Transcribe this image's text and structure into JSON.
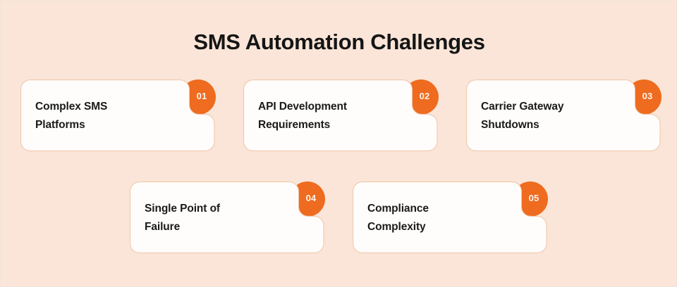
{
  "page": {
    "title": "SMS Automation Challenges",
    "background_color": "#fae5d8",
    "accent_color": "#ee6b1f",
    "card_color": "#fffdfb",
    "card_border_color": "#f0c9ae",
    "title_color": "#151515",
    "card_text_color": "#1a1a1a",
    "badge_text_color": "#fdf3ea"
  },
  "rows": [
    {
      "cards": [
        {
          "number": "01",
          "text": "Complex SMS\nPlatforms"
        },
        {
          "number": "02",
          "text": "API Development\nRequirements"
        },
        {
          "number": "03",
          "text": "Carrier Gateway\nShutdowns"
        }
      ]
    },
    {
      "cards": [
        {
          "number": "04",
          "text": "Single Point of\nFailure"
        },
        {
          "number": "05",
          "text": "Compliance\nComplexity"
        }
      ]
    }
  ]
}
